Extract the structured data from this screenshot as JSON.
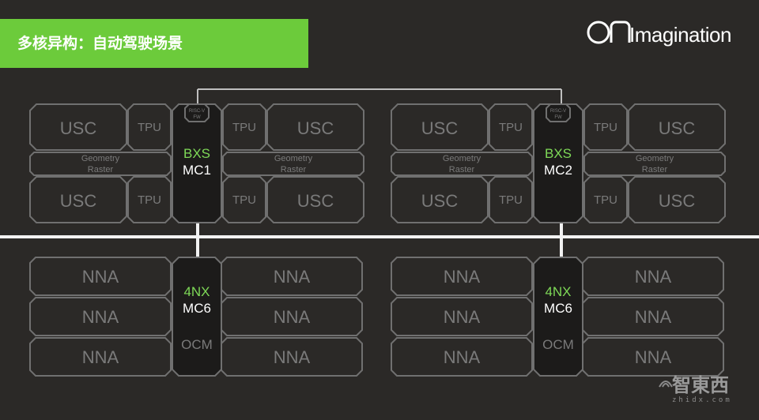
{
  "title": "多核异构：自动驾驶场景",
  "logo": {
    "text": "Imagination"
  },
  "watermark": {
    "text": "智東西",
    "sub": "zhidx.com"
  },
  "gpu": {
    "usc": "USC",
    "tpu": "TPU",
    "geometry": "Geometry",
    "raster": "Raster",
    "riscv": "RISC-V",
    "fw": "FW",
    "clusters": [
      {
        "name": "BXS",
        "core": "MC1"
      },
      {
        "name": "BXS",
        "core": "MC2"
      }
    ]
  },
  "npu": {
    "nna": "NNA",
    "ocm": "OCM",
    "clusters": [
      {
        "name": "4NX",
        "core": "MC6"
      },
      {
        "name": "4NX",
        "core": "MC6"
      }
    ]
  },
  "colors": {
    "green": "#6ccb3b",
    "bg": "#2b2927",
    "border": "#707070"
  }
}
